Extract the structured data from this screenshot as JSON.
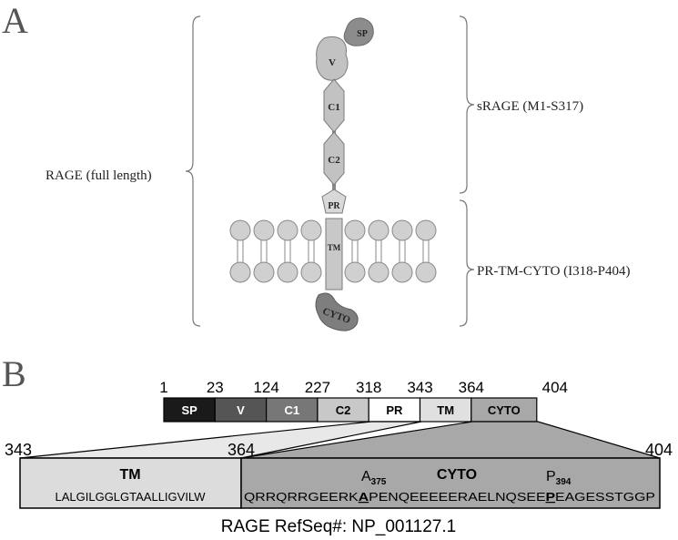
{
  "panel_a": {
    "panel_label": "A",
    "bracket_labels": {
      "full_length": "RAGE (full length)",
      "srage": "sRAGE (M1-S317)",
      "pr_tm_cyto": "PR-TM-CYTO (I318-P404)"
    },
    "domain_labels": {
      "sp": "SP",
      "v": "V",
      "c1": "C1",
      "c2": "C2",
      "pr": "PR",
      "tm": "TM",
      "cyto": "CYTO"
    }
  },
  "panel_b": {
    "panel_label": "B",
    "domain_bar": {
      "segments": [
        {
          "label": "SP",
          "start": 1,
          "fill": "#1a1a1a",
          "text_color": "#ffffff"
        },
        {
          "label": "V",
          "start": 23,
          "fill": "#555555",
          "text_color": "#ffffff"
        },
        {
          "label": "C1",
          "start": 124,
          "fill": "#777777",
          "text_color": "#ffffff"
        },
        {
          "label": "C2",
          "start": 227,
          "fill": "#c8c8c8",
          "text_color": "#000000"
        },
        {
          "label": "PR",
          "start": 318,
          "fill": "#ffffff",
          "text_color": "#000000"
        },
        {
          "label": "TM",
          "start": 343,
          "fill": "#e0e0e0",
          "text_color": "#000000"
        },
        {
          "label": "CYTO",
          "start": 364,
          "fill": "#a8a8a8",
          "text_color": "#000000"
        }
      ],
      "end": 404
    },
    "zoom": {
      "left_pos": "343",
      "mid_pos": "364",
      "right_pos": "404",
      "tm_title": "TM",
      "tm_sequence": "LALGILGGLGTAALLIGVILW",
      "cyto_title": "CYTO",
      "cyto_seq_part1": "QRRQRRGEERK",
      "cyto_seq_a": "A",
      "cyto_seq_part2": "PENQEEEEERAELNQSEE",
      "cyto_seq_p": "P",
      "cyto_seq_part3": "EAGESSTGGP",
      "site_a_letter": "A",
      "site_a_number": "375",
      "site_p_letter": "P",
      "site_p_number": "394"
    },
    "refseq_caption": "RAGE RefSeq#: NP_001127.1"
  }
}
